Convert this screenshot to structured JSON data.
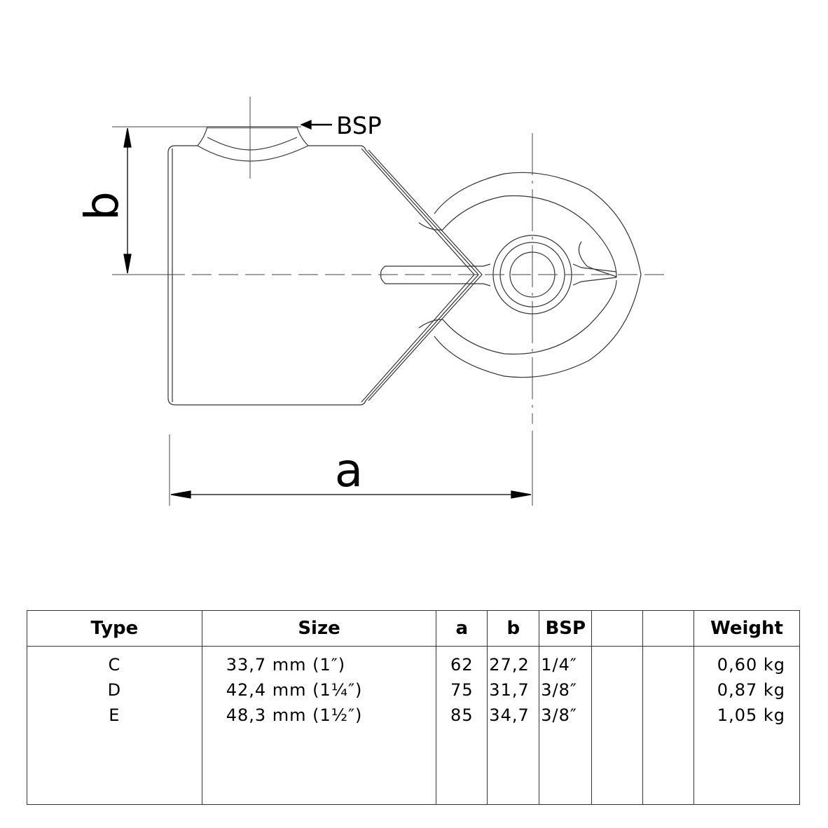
{
  "drawing": {
    "bsp_label": "BSP",
    "dim_a_label": "a",
    "dim_b_label": "b"
  },
  "table": {
    "headers": [
      "Type",
      "Size",
      "a",
      "b",
      "BSP",
      "",
      "",
      "Weight"
    ],
    "rows": [
      {
        "type": "C",
        "size": "33,7 mm (1″)",
        "a": "62",
        "b": "27,2",
        "bsp": "1/4″",
        "weight": "0,60 kg"
      },
      {
        "type": "D",
        "size": "42,4 mm (1¼″)",
        "a": "75",
        "b": "31,7",
        "bsp": "3/8″",
        "weight": "0,87 kg"
      },
      {
        "type": "E",
        "size": "48,3 mm (1½″)",
        "a": "85",
        "b": "34,7",
        "bsp": "3/8″",
        "weight": "1,05 kg"
      }
    ]
  }
}
